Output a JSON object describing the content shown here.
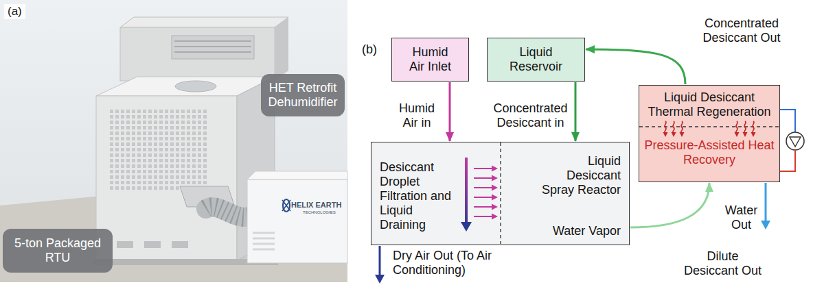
{
  "diagram": {
    "nodes": [
      {
        "text": [
          "HET Retrofit Dehumidifier"
        ]
      },
      {
        "text": [
          "5-ton Packaged RTU"
        ]
      },
      {
        "text": [
          "Humid Air Inlet"
        ]
      },
      {
        "text": [
          "Liquid Reservoir"
        ]
      },
      {
        "text": [
          "Desiccant Droplet Filtration and Liquid Draining",
          "Liquid Desiccant Spray Reactor",
          "Water Vapor"
        ]
      },
      {
        "text": [
          "Liquid Desiccant Thermal Regeneration",
          "Pressure-Assisted Heat Recovery"
        ]
      }
    ],
    "edges": [
      {
        "from": 2,
        "to": 4,
        "arrow": "to",
        "label": "Humid Air in"
      },
      {
        "from": 3,
        "to": 4,
        "arrow": "to",
        "label": "Concentrated Desiccant in"
      },
      {
        "from": 5,
        "to": 3,
        "arrow": "to",
        "label": "Concentrated Desiccant Out"
      },
      {
        "from": 4,
        "to": 5,
        "arrow": "to",
        "label": "Dilute Desiccant Out"
      }
    ],
    "labels": [
      "(a)",
      "HELIX EARTH",
      "TECHNOLOGIES",
      "(b)",
      "Dry Air Out (To Air Conditioning)",
      "Water Out"
    ]
  }
}
